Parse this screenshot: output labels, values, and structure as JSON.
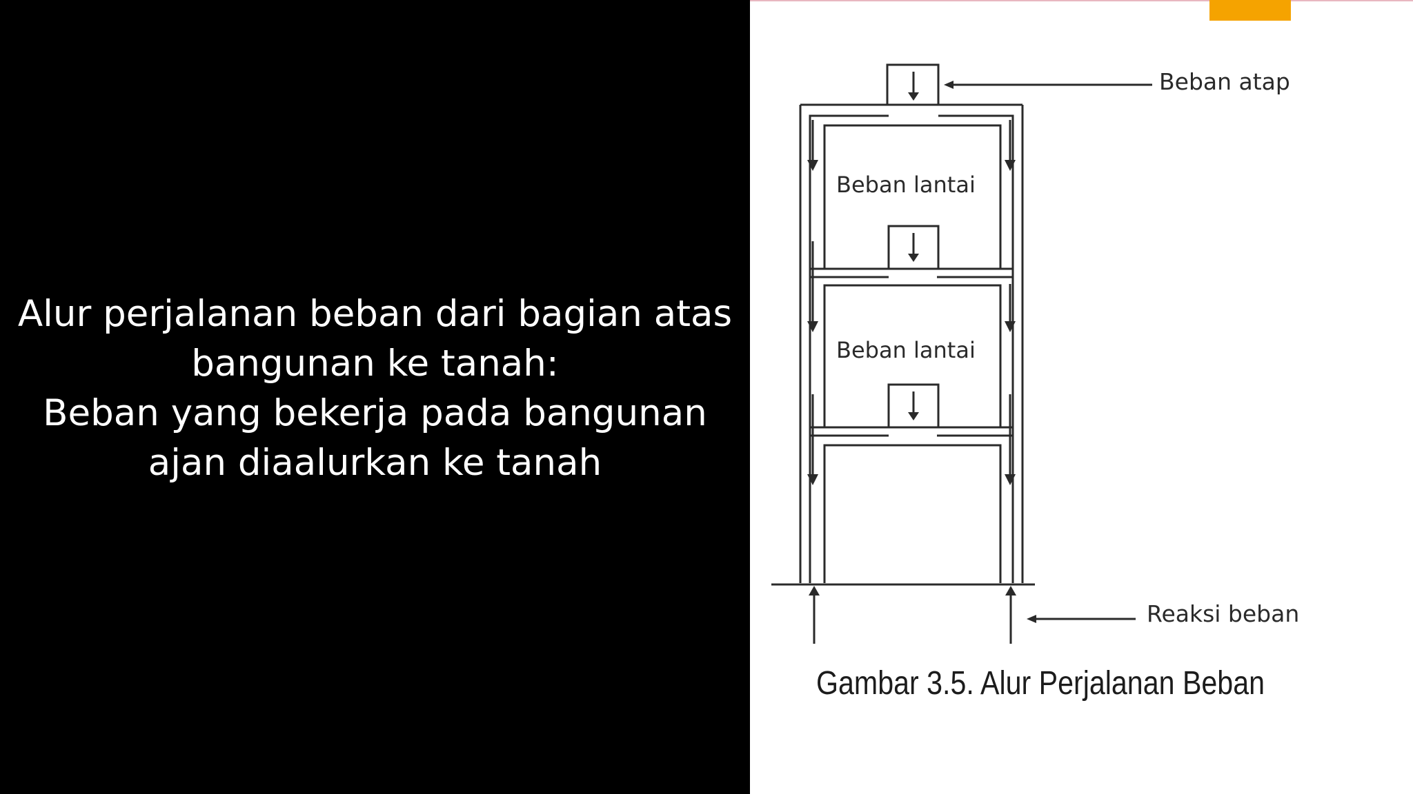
{
  "slide": {
    "text_lines": [
      "Alur perjalanan beban dari bagian atas",
      "bangunan ke tanah:",
      "Beban yang bekerja pada bangunan",
      "ajan diaalurkan ke tanah"
    ]
  },
  "figure": {
    "labels": {
      "roof_load": "Beban atap",
      "floor_load_upper": "Beban lantai",
      "floor_load_lower": "Beban lantai",
      "load_reaction": "Reaksi beban"
    },
    "caption": "Gambar 3.5.  Alur Perjalanan Beban"
  },
  "colors": {
    "left_background": "#000000",
    "right_background": "#ffffff",
    "text": "#ffffff",
    "accent_tab": "#f5a300",
    "line": "#2a2a2a"
  }
}
